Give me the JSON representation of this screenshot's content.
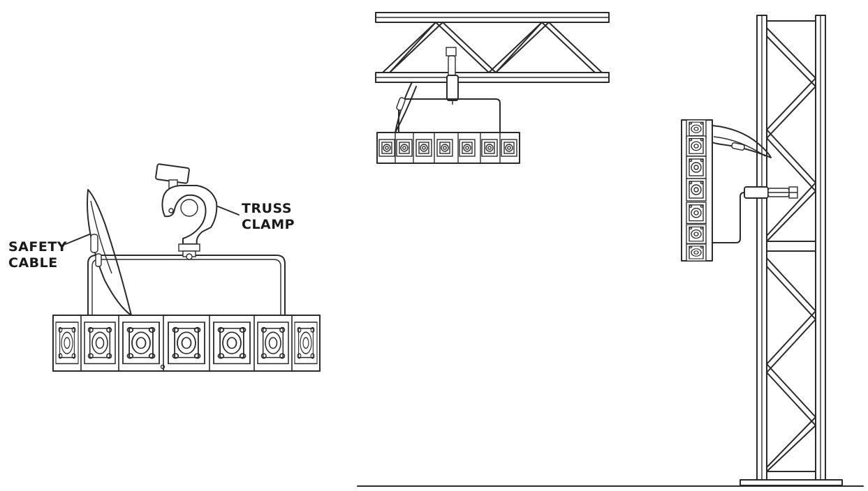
{
  "labels": {
    "safety_cable": [
      "SAFETY",
      "CABLE"
    ],
    "truss_clamp": [
      "TRUSS",
      "CLAMP"
    ]
  },
  "icons": [
    "fixture-bar-icon",
    "truss-clamp-icon",
    "safety-cable-icon",
    "horizontal-truss-icon",
    "vertical-truss-icon",
    "floor-line-icon"
  ],
  "colors": {
    "line": "#2a2a2a",
    "background": "#ffffff"
  }
}
